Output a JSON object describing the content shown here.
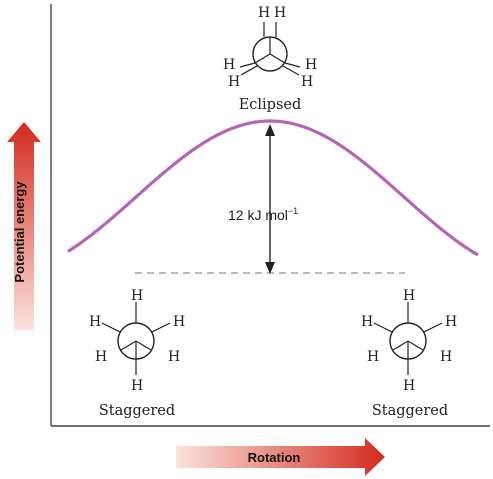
{
  "diagram": {
    "y_axis_label": "Potential energy",
    "x_axis_label": "Rotation",
    "energy_barrier": {
      "value": "12 kJ mol",
      "superscript": "−1"
    },
    "conformations": {
      "eclipsed": {
        "label": "Eclipsed",
        "atom": "H"
      },
      "staggered_left": {
        "label": "Staggered",
        "atom": "H"
      },
      "staggered_right": {
        "label": "Staggered",
        "atom": "H"
      }
    },
    "colors": {
      "curve": "#b565b5",
      "arrow_dark": "#d42a1e",
      "arrow_light": "#fbe3db",
      "axis": "#444444",
      "text": "#222222"
    }
  }
}
